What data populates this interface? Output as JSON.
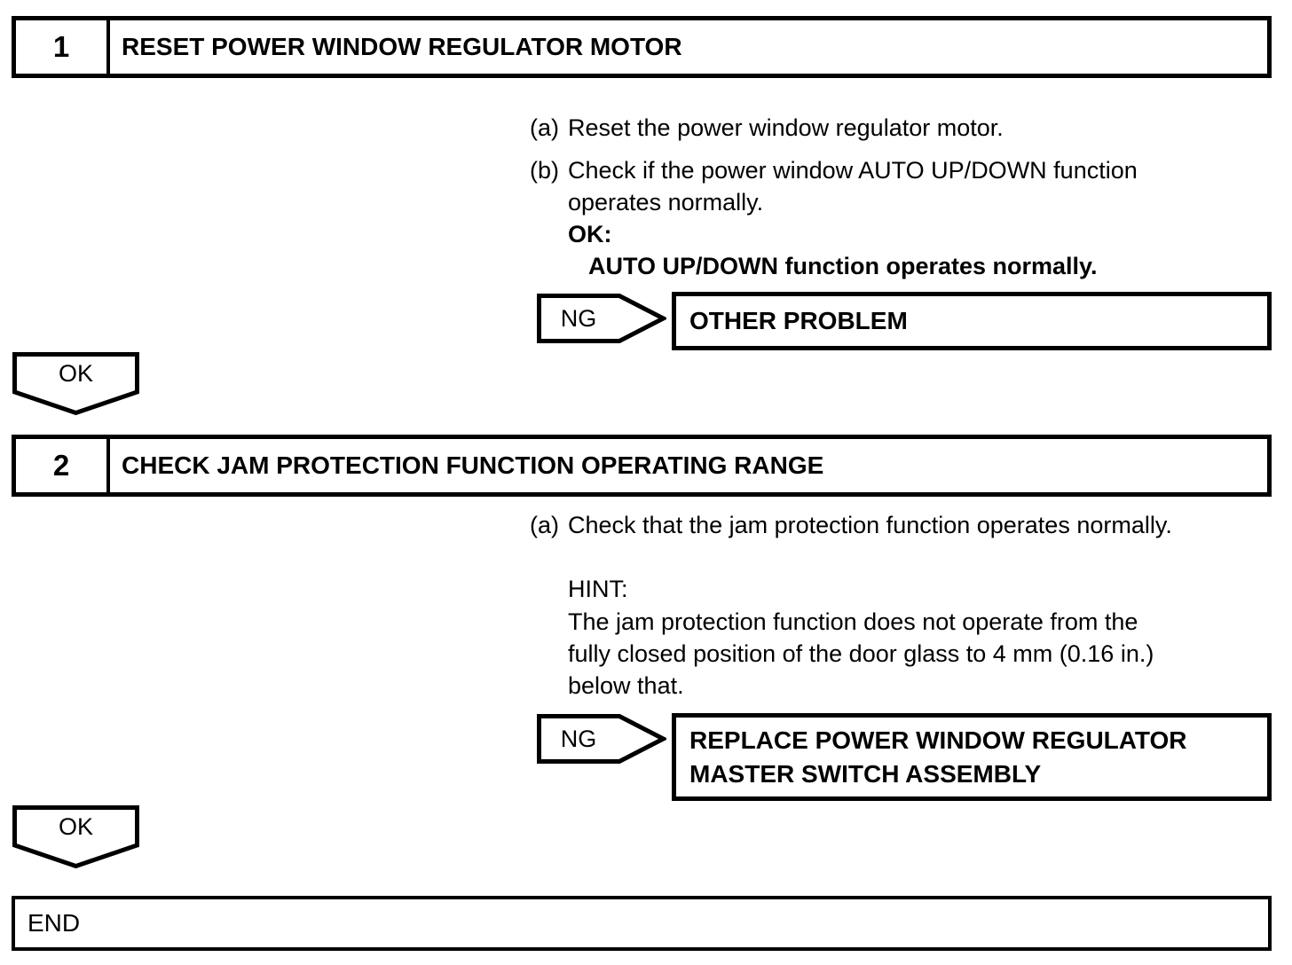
{
  "colors": {
    "line": "#000000",
    "background": "#ffffff",
    "text": "#000000"
  },
  "steps": [
    {
      "number": "1",
      "title": "RESET POWER WINDOW REGULATOR MOTOR",
      "items": [
        {
          "label": "(a)",
          "lines": [
            "Reset the power window regulator motor."
          ]
        },
        {
          "label": "(b)",
          "lines": [
            "Check if the power window AUTO UP/DOWN function",
            "operates normally."
          ]
        }
      ],
      "ok_keyword": "OK:",
      "ok_condition": "AUTO UP/DOWN function operates normally.",
      "ng": {
        "label": "NG",
        "result_lines": [
          "OTHER PROBLEM"
        ]
      },
      "ok_branch_label": "OK"
    },
    {
      "number": "2",
      "title": "CHECK JAM PROTECTION FUNCTION OPERATING RANGE",
      "items": [
        {
          "label": "(a)",
          "lines": [
            "Check that the jam protection function operates normally."
          ]
        }
      ],
      "hint_keyword": "HINT:",
      "hint_lines": [
        "The jam protection function does not operate from the",
        "fully closed position of the door glass to 4 mm (0.16 in.)",
        "below that."
      ],
      "ng": {
        "label": "NG",
        "result_lines": [
          "REPLACE POWER WINDOW REGULATOR",
          "MASTER SWITCH ASSEMBLY"
        ]
      },
      "ok_branch_label": "OK"
    }
  ],
  "end_label": "END"
}
